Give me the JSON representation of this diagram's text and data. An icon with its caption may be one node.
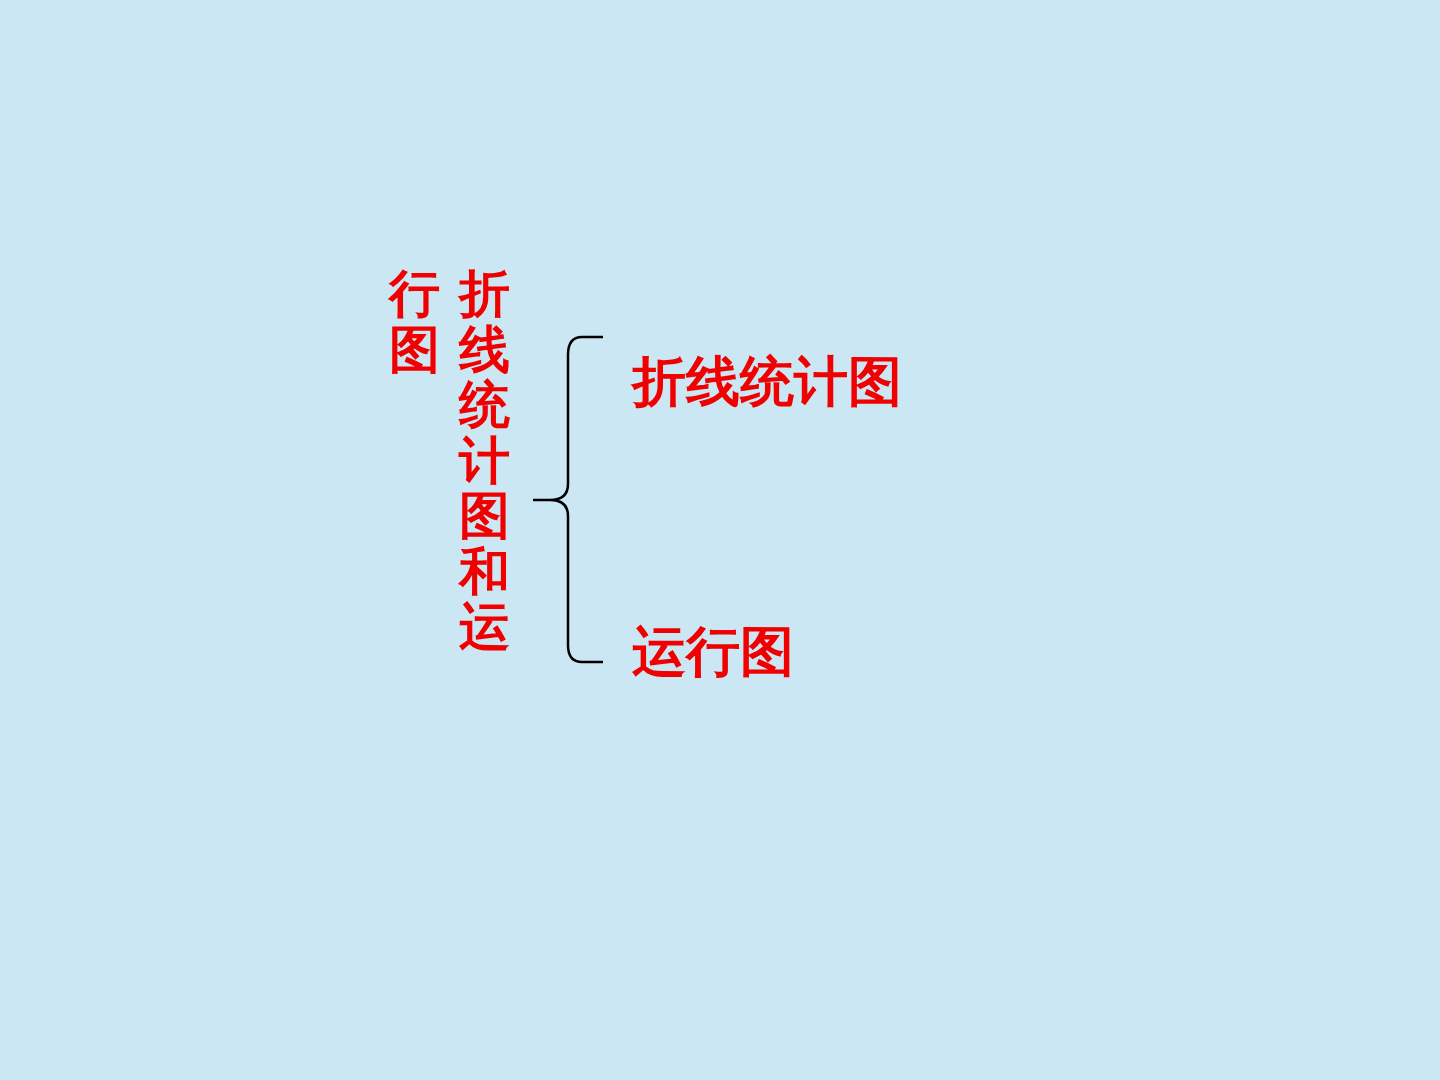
{
  "diagram": {
    "nodes": [
      {
        "text": [
          "折线统计图和运行图"
        ]
      },
      {
        "text": [
          "折线统计图"
        ]
      },
      {
        "text": [
          "运行图"
        ]
      }
    ]
  }
}
